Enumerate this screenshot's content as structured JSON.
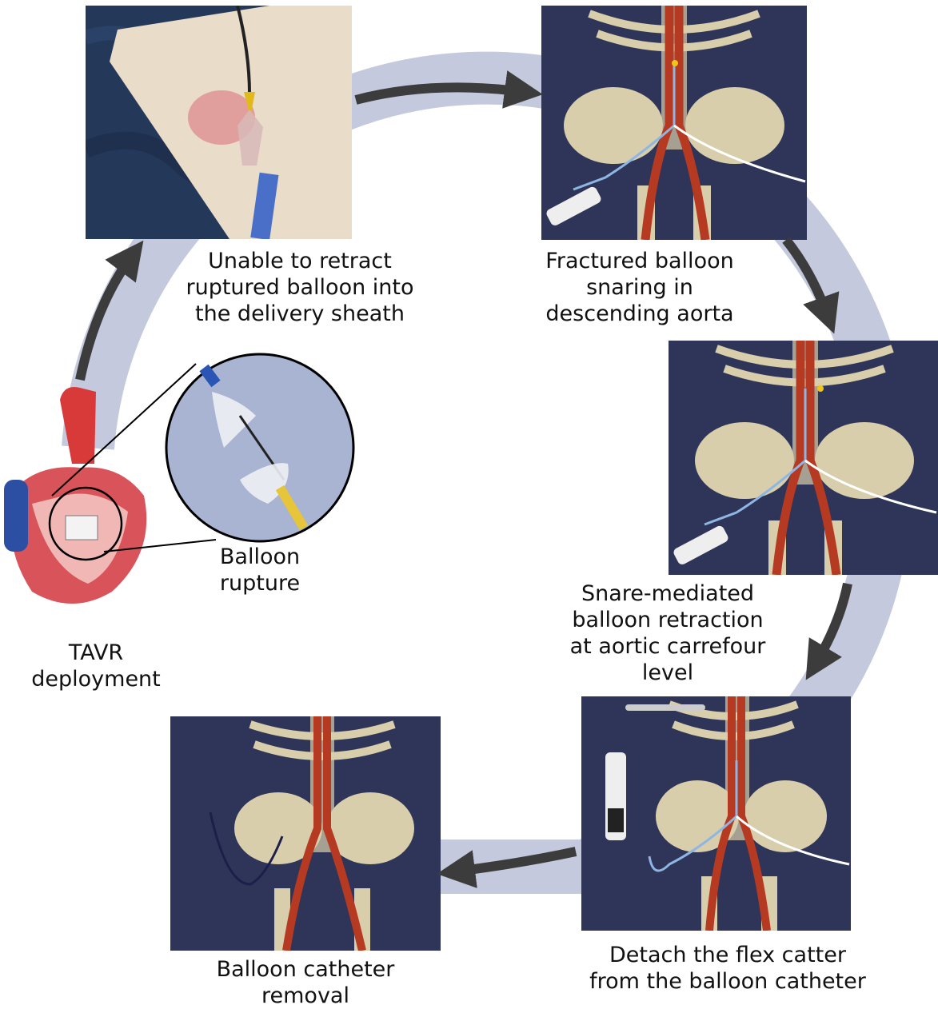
{
  "steps": [
    {
      "id": "tavr",
      "lines": [
        "TAVR",
        "deployment"
      ]
    },
    {
      "id": "rupture",
      "lines": [
        "Balloon",
        "rupture"
      ]
    },
    {
      "id": "retract",
      "lines": [
        "Unable to retract",
        "ruptured balloon into",
        "the delivery sheath"
      ]
    },
    {
      "id": "snaring",
      "lines": [
        "Fractured balloon",
        "snaring in",
        "descending aorta"
      ]
    },
    {
      "id": "snare_retraction",
      "lines": [
        "Snare-mediated",
        "balloon retraction",
        "at aortic carrefour",
        "level"
      ]
    },
    {
      "id": "detach",
      "lines": [
        "Detach the flex catter",
        "from the balloon catheter"
      ]
    },
    {
      "id": "removal",
      "lines": [
        "Balloon catheter",
        "removal"
      ]
    }
  ],
  "colors": {
    "ring": "#c4c9de",
    "arrow": "#3c3c3c",
    "panel_bg": "#2f3558",
    "artery": "#b63a22",
    "bone": "#d8ceab",
    "heart": "#d9545a"
  }
}
